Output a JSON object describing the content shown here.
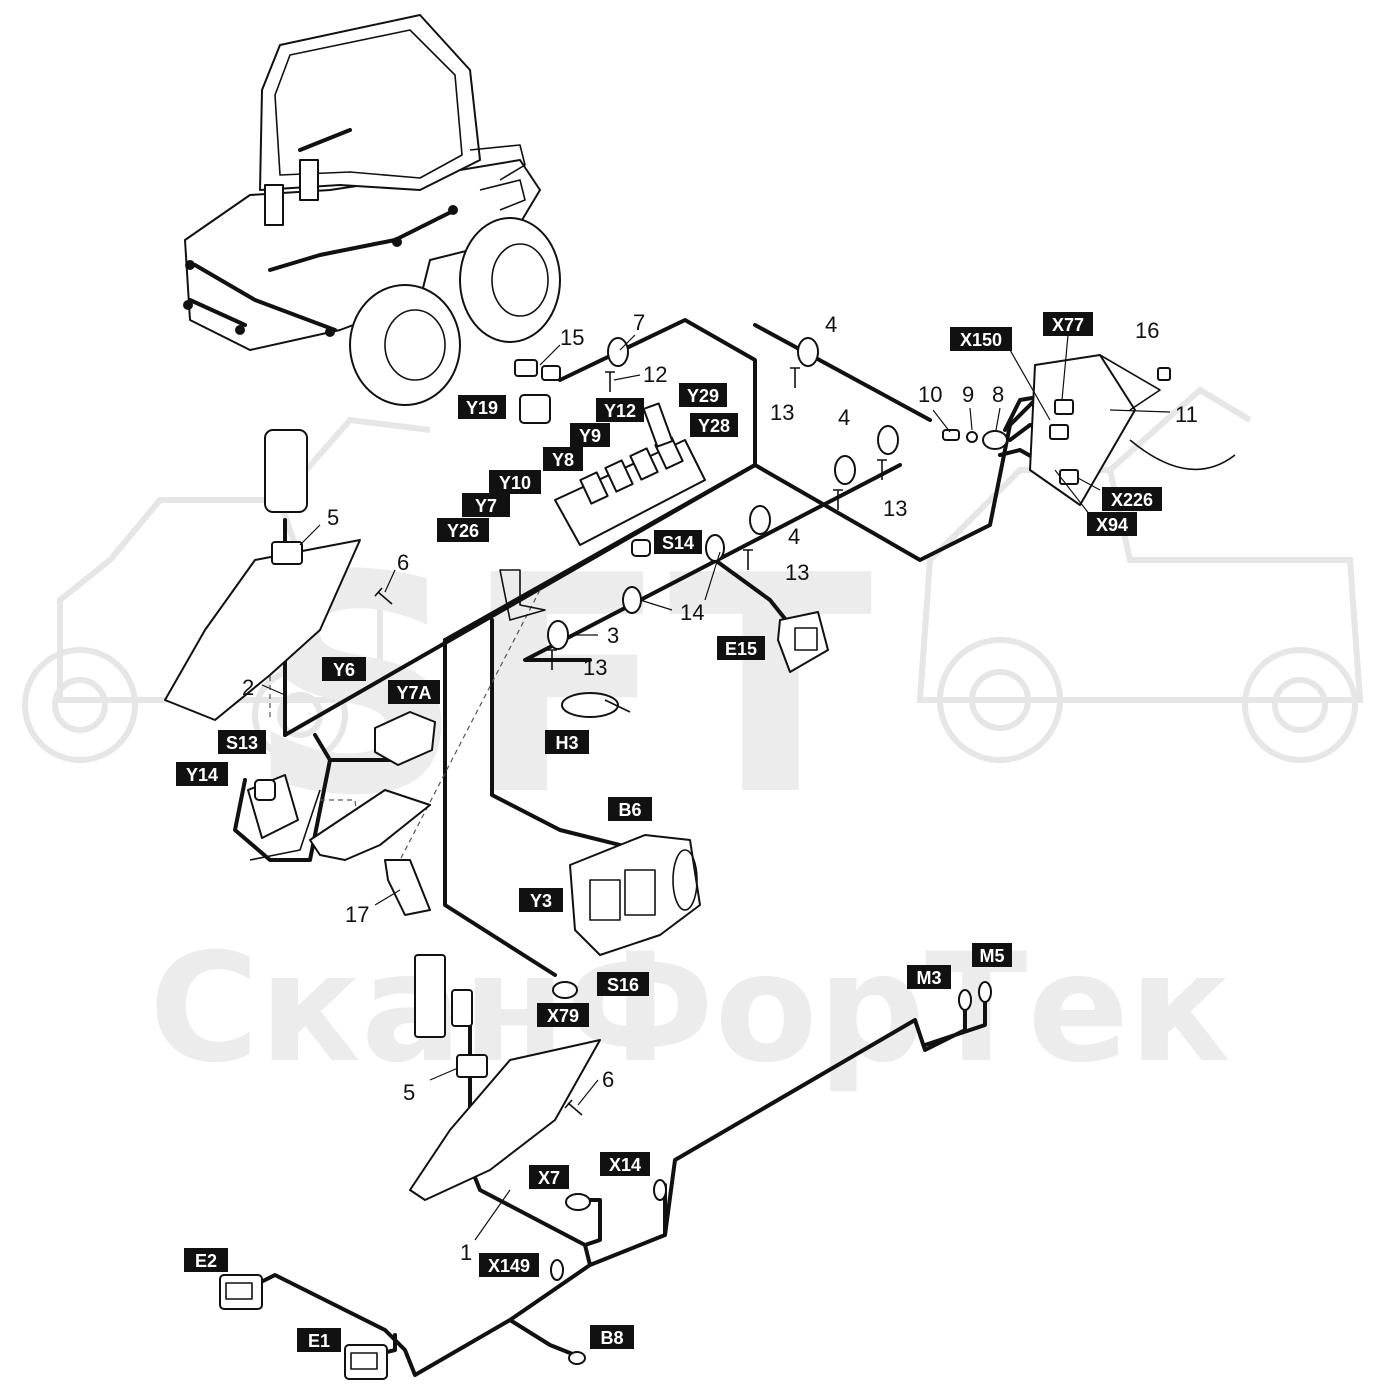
{
  "watermark": {
    "logo_text": "SFT",
    "company_text": "СканФорТек"
  },
  "component_tags": [
    {
      "id": "X77",
      "text": "X77"
    },
    {
      "id": "X150",
      "text": "X150"
    },
    {
      "id": "Y29",
      "text": "Y29"
    },
    {
      "id": "Y28",
      "text": "Y28"
    },
    {
      "id": "Y19",
      "text": "Y19"
    },
    {
      "id": "Y12",
      "text": "Y12"
    },
    {
      "id": "Y9",
      "text": "Y9"
    },
    {
      "id": "Y8",
      "text": "Y8"
    },
    {
      "id": "Y10",
      "text": "Y10"
    },
    {
      "id": "Y7",
      "text": "Y7"
    },
    {
      "id": "Y26",
      "text": "Y26"
    },
    {
      "id": "S14",
      "text": "S14"
    },
    {
      "id": "X226",
      "text": "X226"
    },
    {
      "id": "X94",
      "text": "X94"
    },
    {
      "id": "E15",
      "text": "E15"
    },
    {
      "id": "H3",
      "text": "H3"
    },
    {
      "id": "Y6",
      "text": "Y6"
    },
    {
      "id": "Y7A",
      "text": "Y7A"
    },
    {
      "id": "S13",
      "text": "S13"
    },
    {
      "id": "Y14",
      "text": "Y14"
    },
    {
      "id": "B6",
      "text": "B6"
    },
    {
      "id": "Y3",
      "text": "Y3"
    },
    {
      "id": "S16",
      "text": "S16"
    },
    {
      "id": "X79",
      "text": "X79"
    },
    {
      "id": "M3",
      "text": "M3"
    },
    {
      "id": "M5",
      "text": "M5"
    },
    {
      "id": "X7",
      "text": "X7"
    },
    {
      "id": "X14",
      "text": "X14"
    },
    {
      "id": "X149",
      "text": "X149"
    },
    {
      "id": "E2",
      "text": "E2"
    },
    {
      "id": "E1",
      "text": "E1"
    },
    {
      "id": "B8",
      "text": "B8"
    }
  ],
  "item_numbers": [
    {
      "id": "n7",
      "text": "7"
    },
    {
      "id": "n4a",
      "text": "4"
    },
    {
      "id": "n16",
      "text": "16"
    },
    {
      "id": "n15",
      "text": "15"
    },
    {
      "id": "n12",
      "text": "12"
    },
    {
      "id": "n13a",
      "text": "13"
    },
    {
      "id": "n10",
      "text": "10"
    },
    {
      "id": "n9",
      "text": "9"
    },
    {
      "id": "n8",
      "text": "8"
    },
    {
      "id": "n11",
      "text": "11"
    },
    {
      "id": "n4b",
      "text": "4"
    },
    {
      "id": "n13b",
      "text": "13"
    },
    {
      "id": "n4c",
      "text": "4"
    },
    {
      "id": "n13c",
      "text": "13"
    },
    {
      "id": "n5a",
      "text": "5"
    },
    {
      "id": "n6a",
      "text": "6"
    },
    {
      "id": "n14",
      "text": "14"
    },
    {
      "id": "n3",
      "text": "3"
    },
    {
      "id": "n13d",
      "text": "13"
    },
    {
      "id": "n2",
      "text": "2"
    },
    {
      "id": "n17",
      "text": "17"
    },
    {
      "id": "n5b",
      "text": "5"
    },
    {
      "id": "n6b",
      "text": "6"
    },
    {
      "id": "n1",
      "text": "1"
    }
  ]
}
